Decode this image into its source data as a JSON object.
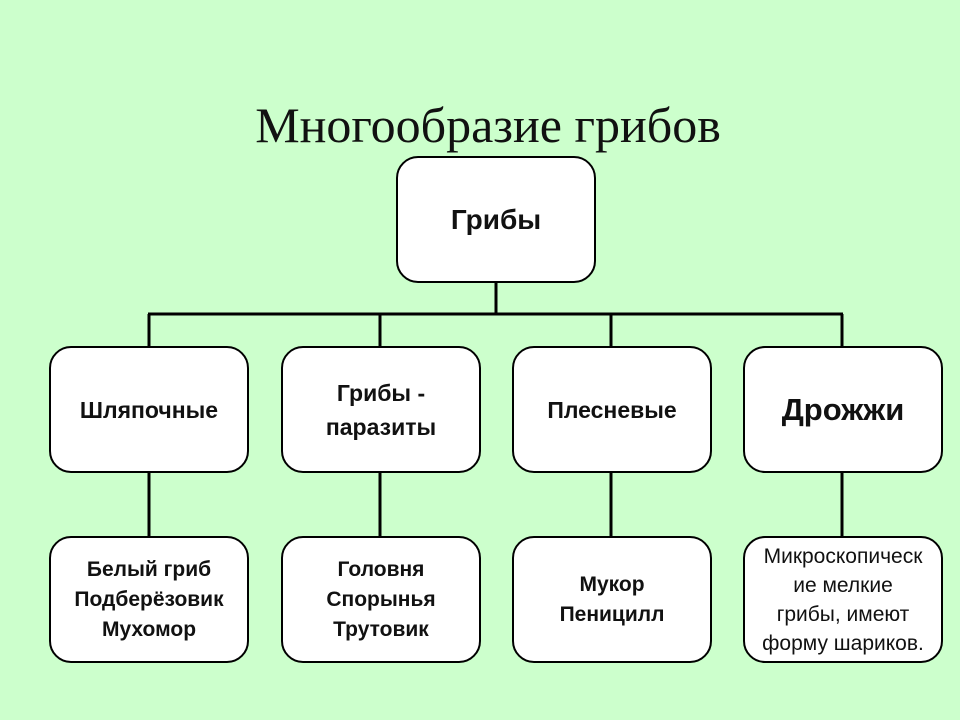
{
  "title": "Многообразие грибов",
  "root": {
    "label": "Грибы"
  },
  "categories": [
    {
      "label": "Шляпочные"
    },
    {
      "label": "Грибы -\nпаразиты"
    },
    {
      "label": "Плесневые"
    },
    {
      "label": "Дрожжи"
    }
  ],
  "examples": [
    {
      "label": "Белый гриб\nПодберёзовик\nМухомор"
    },
    {
      "label": "Головня\nСпорынья\nТрутовик"
    },
    {
      "label": "Мукор\nПеницилл"
    },
    {
      "label": "Микроскопическ\nие мелкие\nгрибы, имеют\nформу шариков."
    }
  ],
  "colors": {
    "background": "#ccffcc",
    "box": "#ffffff",
    "line": "#000000"
  }
}
